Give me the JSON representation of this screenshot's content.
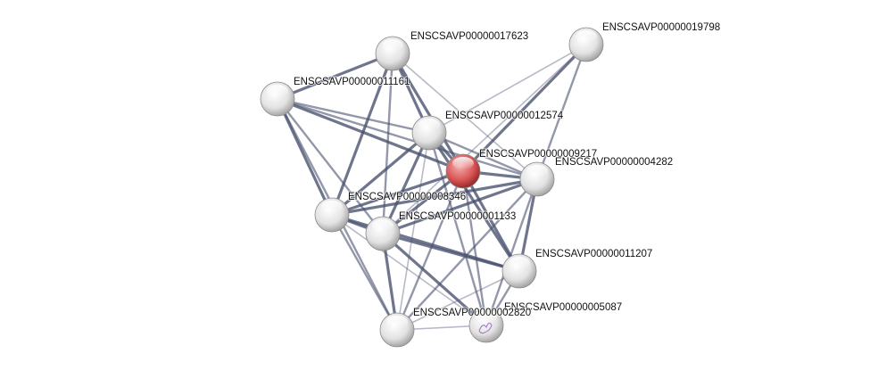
{
  "colors": {
    "edge": "#4a5270",
    "node": "#e6e6e6",
    "query_node": "#d95555"
  },
  "nodes": [
    {
      "id": "17623",
      "label": "ENSCSAVP00000017623"
    },
    {
      "id": "19798",
      "label": "ENSCSAVP00000019798"
    },
    {
      "id": "11161",
      "label": "ENSCSAVP00000011161"
    },
    {
      "id": "12574",
      "label": "ENSCSAVP00000012574"
    },
    {
      "id": "09217",
      "label": "ENSCSAVP00000009217",
      "query": true
    },
    {
      "id": "04282",
      "label": "ENSCSAVP00000004282"
    },
    {
      "id": "08346",
      "label": "ENSCSAVP00000008346"
    },
    {
      "id": "01133",
      "label": "ENSCSAVP00000001133"
    },
    {
      "id": "11207",
      "label": "ENSCSAVP00000011207"
    },
    {
      "id": "05087",
      "label": "ENSCSAVP00000005087",
      "has_structure": true
    },
    {
      "id": "02820",
      "label": "ENSCSAVP00000002820"
    }
  ],
  "edges": [
    [
      "17623",
      "11161",
      "strong"
    ],
    [
      "17623",
      "12574",
      "strong"
    ],
    [
      "17623",
      "09217",
      "strong"
    ],
    [
      "17623",
      "08346",
      "strong"
    ],
    [
      "17623",
      "01133",
      "medium"
    ],
    [
      "17623",
      "04282",
      "weak"
    ],
    [
      "19798",
      "12574",
      "weak"
    ],
    [
      "19798",
      "09217",
      "strong"
    ],
    [
      "19798",
      "04282",
      "medium"
    ],
    [
      "19798",
      "01133",
      "weak"
    ],
    [
      "11161",
      "12574",
      "medium"
    ],
    [
      "11161",
      "09217",
      "strong"
    ],
    [
      "11161",
      "08346",
      "strong"
    ],
    [
      "11161",
      "01133",
      "medium"
    ],
    [
      "11161",
      "04282",
      "medium"
    ],
    [
      "11161",
      "02820",
      "medium"
    ],
    [
      "12574",
      "09217",
      "strong"
    ],
    [
      "12574",
      "04282",
      "medium"
    ],
    [
      "12574",
      "08346",
      "strong"
    ],
    [
      "12574",
      "01133",
      "strong"
    ],
    [
      "12574",
      "11207",
      "strong"
    ],
    [
      "12574",
      "05087",
      "medium"
    ],
    [
      "12574",
      "02820",
      "weak"
    ],
    [
      "09217",
      "04282",
      "strong"
    ],
    [
      "09217",
      "08346",
      "strong"
    ],
    [
      "09217",
      "01133",
      "strong"
    ],
    [
      "09217",
      "11207",
      "strong"
    ],
    [
      "09217",
      "05087",
      "medium"
    ],
    [
      "09217",
      "02820",
      "medium"
    ],
    [
      "04282",
      "08346",
      "strong"
    ],
    [
      "04282",
      "01133",
      "strong"
    ],
    [
      "04282",
      "11207",
      "strong"
    ],
    [
      "04282",
      "05087",
      "medium"
    ],
    [
      "04282",
      "02820",
      "medium"
    ],
    [
      "08346",
      "01133",
      "strong"
    ],
    [
      "08346",
      "11207",
      "strong"
    ],
    [
      "08346",
      "05087",
      "weak"
    ],
    [
      "08346",
      "02820",
      "medium"
    ],
    [
      "01133",
      "11207",
      "strong"
    ],
    [
      "01133",
      "05087",
      "strong"
    ],
    [
      "01133",
      "02820",
      "strong"
    ],
    [
      "11207",
      "05087",
      "medium"
    ],
    [
      "11207",
      "02820",
      "weak"
    ],
    [
      "05087",
      "02820",
      "weak"
    ]
  ]
}
